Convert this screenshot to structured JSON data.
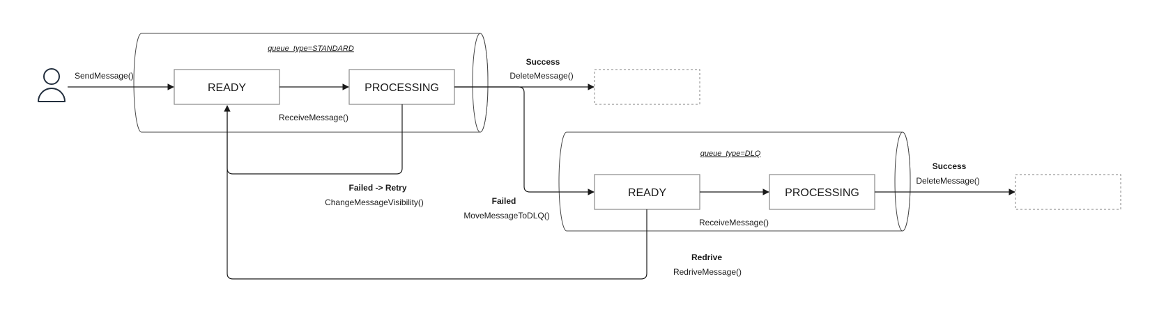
{
  "queues": {
    "standard": {
      "title": "queue_type=STANDARD",
      "ready": "READY",
      "processing": "PROCESSING",
      "receive": "ReceiveMessage()",
      "retry_title": "Failed -> Retry",
      "retry_action": "ChangeMessageVisibility()",
      "success_title": "Success",
      "success_action": "DeleteMessage()"
    },
    "dlq": {
      "title": "queue_type=DLQ",
      "ready": "READY",
      "processing": "PROCESSING",
      "receive": "ReceiveMessage()",
      "success_title": "Success",
      "success_action": "DeleteMessage()"
    }
  },
  "actor": {
    "icon": "user-icon",
    "action": "SendMessage()"
  },
  "transitions": {
    "failed_title": "Failed",
    "failed_action": "MoveMessageToDLQ()",
    "redrive_title": "Redrive",
    "redrive_action": "RedriveMessage()"
  }
}
